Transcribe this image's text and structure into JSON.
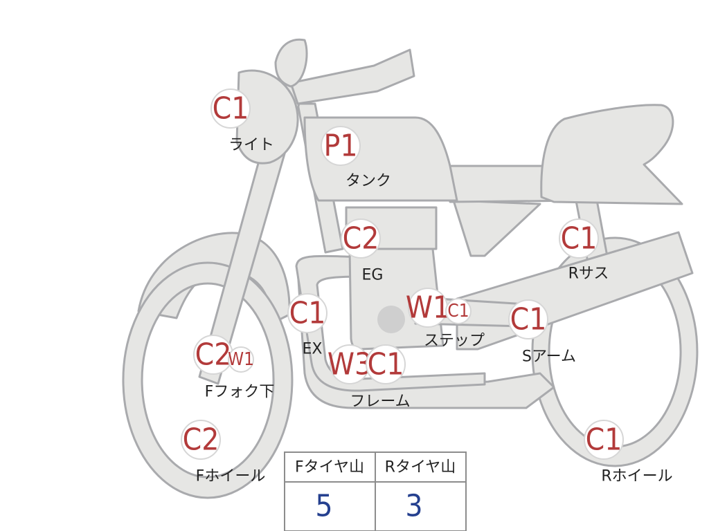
{
  "colors": {
    "grade": "#b23a3a",
    "tread_value": "#25408f",
    "bike_fill": "#e6e6e4",
    "bike_stroke": "#a9aaad"
  },
  "parts": {
    "light": {
      "grade": "C1",
      "label": "ライト"
    },
    "tank": {
      "grade": "P1",
      "label": "タンク"
    },
    "engine": {
      "grade": "C2",
      "label": "EG"
    },
    "rear_susp": {
      "grade": "C1",
      "label": "Rサス"
    },
    "exhaust": {
      "grade": "C1",
      "label": "EX"
    },
    "step": {
      "grade": "W1",
      "grade2": "C1",
      "label": "ステップ"
    },
    "swing_arm": {
      "grade": "C1",
      "label": "Sアーム"
    },
    "fork_lower": {
      "grade": "C2",
      "grade2": "W1",
      "label": "Fフォク下"
    },
    "frame": {
      "grade": "W3",
      "grade2": "C1",
      "label": "フレーム"
    },
    "front_wheel": {
      "grade": "C2",
      "label": "Fホイール"
    },
    "rear_wheel": {
      "grade": "C1",
      "label": "Rホイール"
    }
  },
  "tread_table": {
    "front_header": "Fタイヤ山",
    "rear_header": "Rタイヤ山",
    "front_value": "5",
    "rear_value": "3"
  }
}
